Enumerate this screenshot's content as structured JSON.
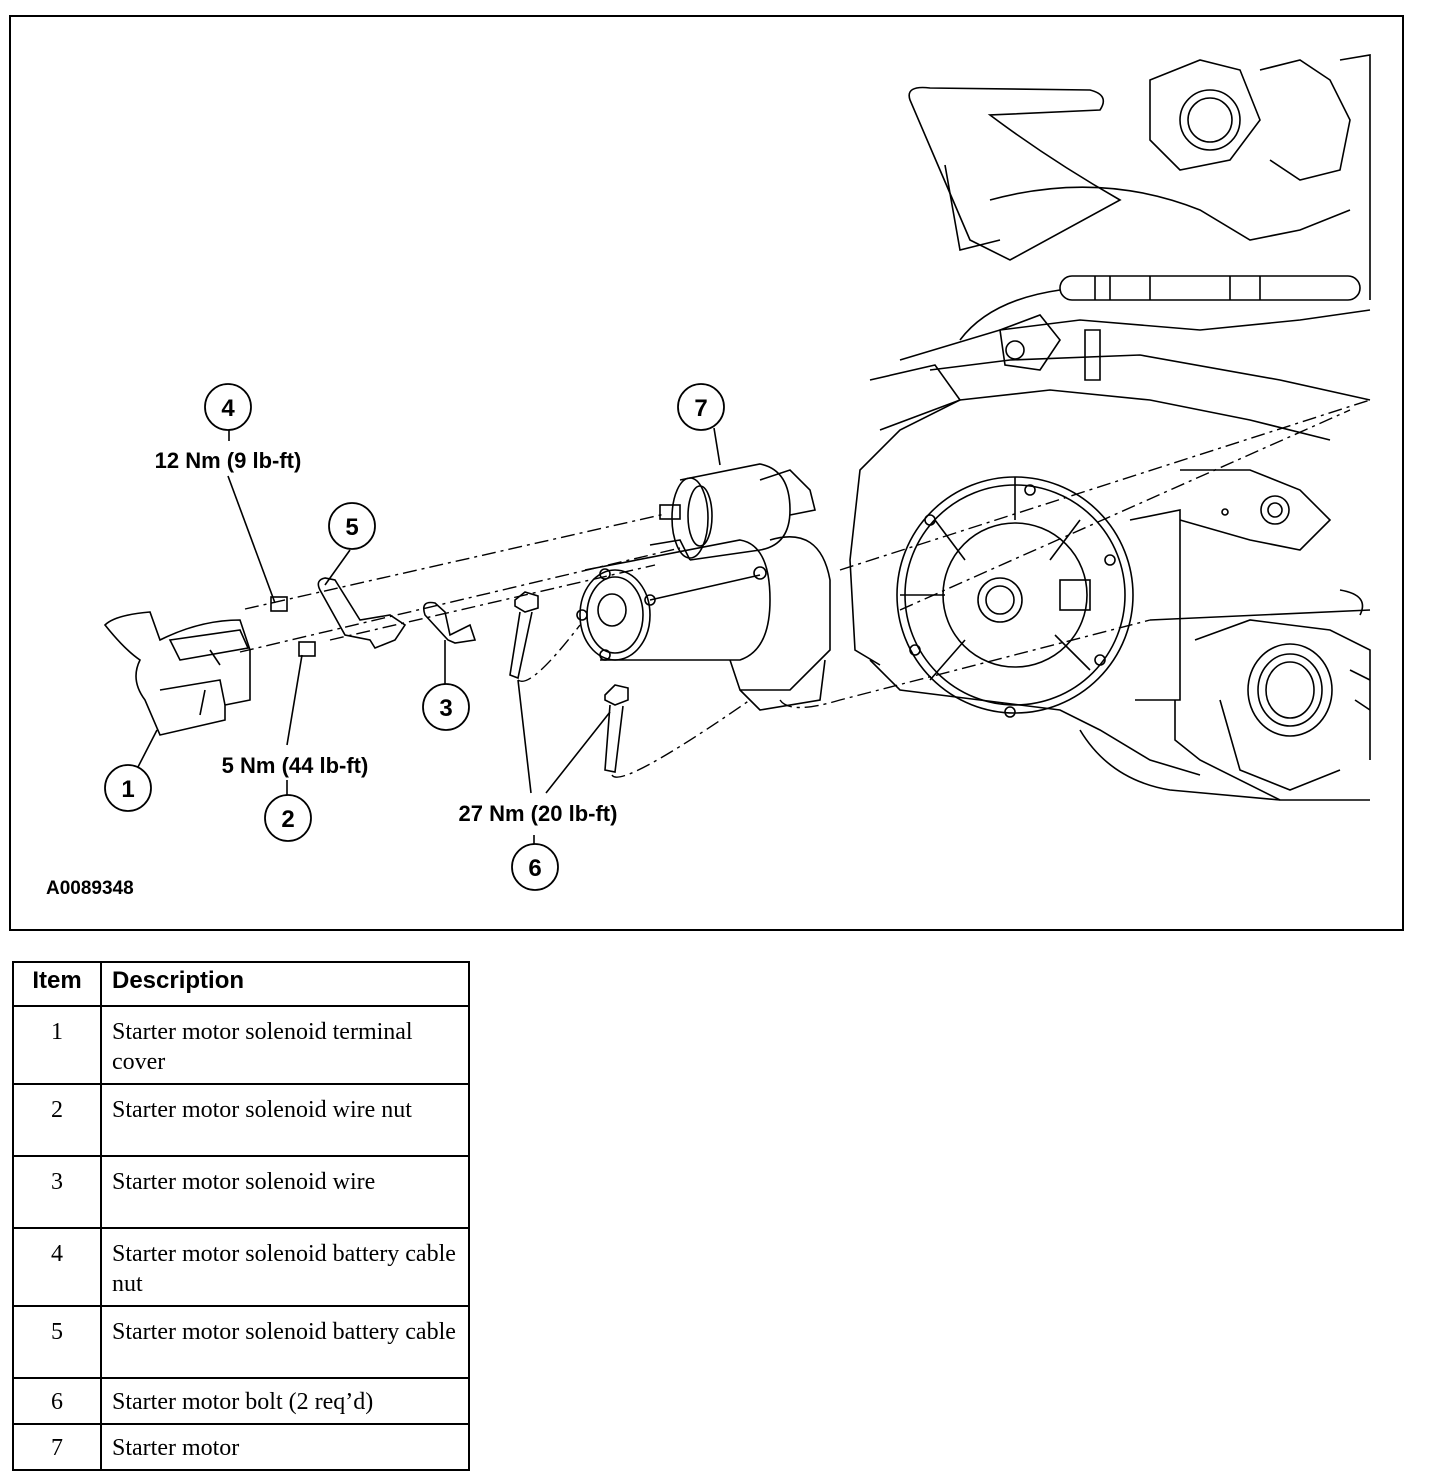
{
  "figure": {
    "figure_id": "A0089348",
    "callouts": [
      {
        "number": "1",
        "torque": ""
      },
      {
        "number": "2",
        "torque": "5 Nm (44 lb-ft)"
      },
      {
        "number": "3",
        "torque": ""
      },
      {
        "number": "4",
        "torque": "12 Nm (9 lb-ft)"
      },
      {
        "number": "5",
        "torque": ""
      },
      {
        "number": "6",
        "torque": "27 Nm (20 lb-ft)"
      },
      {
        "number": "7",
        "torque": ""
      }
    ]
  },
  "table": {
    "headers": {
      "item": "Item",
      "description": "Description"
    },
    "rows": [
      {
        "item": "1",
        "description": "Starter motor solenoid terminal cover"
      },
      {
        "item": "2",
        "description": "Starter motor solenoid wire nut"
      },
      {
        "item": "3",
        "description": "Starter motor solenoid wire"
      },
      {
        "item": "4",
        "description": "Starter motor solenoid battery cable nut"
      },
      {
        "item": "5",
        "description": "Starter motor solenoid battery cable"
      },
      {
        "item": "6",
        "description": "Starter motor bolt (2 req’d)"
      },
      {
        "item": "7",
        "description": "Starter motor"
      }
    ]
  }
}
